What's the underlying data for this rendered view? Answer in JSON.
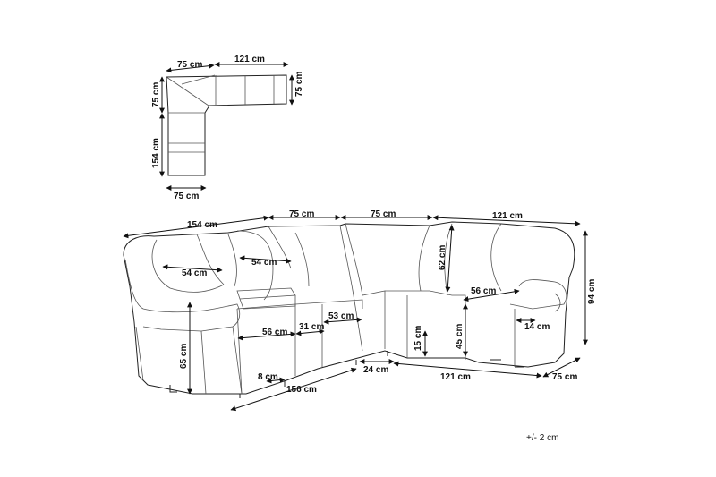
{
  "top_view": {
    "left_width": "75 cm",
    "top_length": "121 cm",
    "right_depth": "75 cm",
    "left_corner_depth": "75 cm",
    "left_length": "154 cm",
    "bottom_width": "75 cm"
  },
  "front_view": {
    "top_154": "154 cm",
    "top_75_a": "75 cm",
    "top_75_b": "75 cm",
    "top_121": "121 cm",
    "backrest_height": "62 cm",
    "total_height": "94 cm",
    "seat_width_left": "54 cm",
    "seat_width_mid": "54 cm",
    "seat_depth": "56 cm",
    "console_width": "31 cm",
    "seat_width_53": "53 cm",
    "seat_depth_right": "56 cm",
    "armrest_width": "14 cm",
    "seat_height": "45 cm",
    "leg_gap": "15 cm",
    "side_height": "65 cm",
    "footrest": "8 cm",
    "bottom_156": "156 cm",
    "bottom_24": "24 cm",
    "bottom_121": "121 cm",
    "bottom_75": "75 cm"
  },
  "tolerance": "+/- 2 cm"
}
